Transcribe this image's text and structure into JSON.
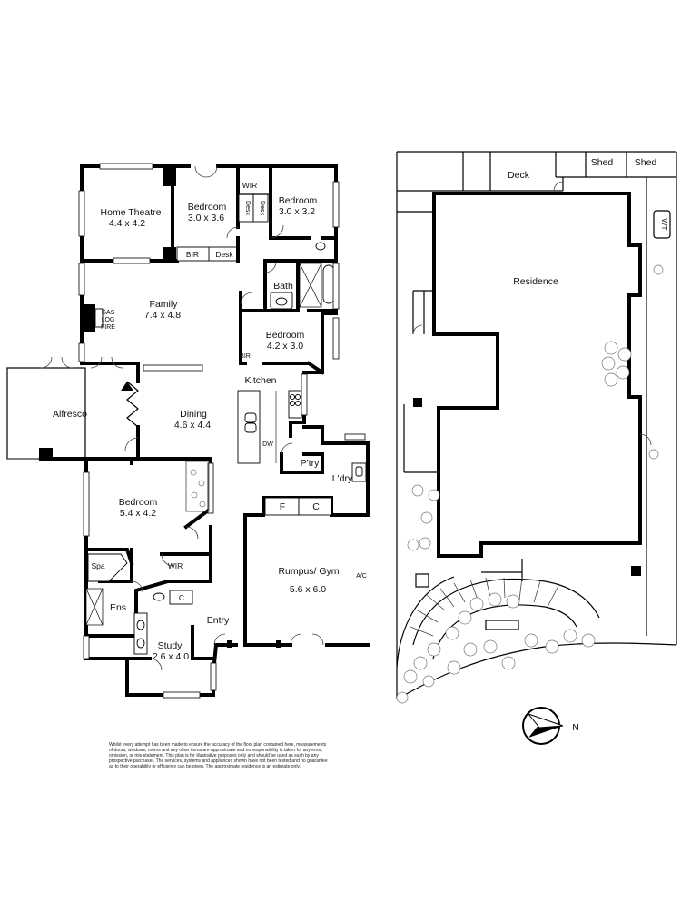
{
  "floor_plan": {
    "rooms": [
      {
        "key": "home_theatre",
        "name": "Home Theatre",
        "dims": "4.4 x 4.2"
      },
      {
        "key": "bedroom1",
        "name": "Bedroom",
        "dims": "3.0 x 3.6"
      },
      {
        "key": "bedroom2",
        "name": "Bedroom",
        "dims": "3.0 x 3.2"
      },
      {
        "key": "family",
        "name": "Family",
        "dims": "7.4 x 4.8"
      },
      {
        "key": "bedroom3",
        "name": "Bedroom",
        "dims": "4.2 x 3.0"
      },
      {
        "key": "dining",
        "name": "Dining",
        "dims": "4.6 x 4.4"
      },
      {
        "key": "bedroom4",
        "name": "Bedroom",
        "dims": "5.4 x 4.2"
      },
      {
        "key": "rumpus",
        "name": "Rumpus/ Gym",
        "dims": "5.6 x 6.0"
      },
      {
        "key": "study",
        "name": "Study",
        "dims": "2.6 x 4.0"
      }
    ],
    "labels": {
      "wir": "WIR",
      "desk": "Desk",
      "bir": "BIR",
      "gas_log_fire": [
        "GAS",
        "LOG",
        "FIRE"
      ],
      "bath": "Bath",
      "kitchen": "Kitchen",
      "alfresco": "Alfresco",
      "dw": "DW",
      "pantry": "P'try",
      "laundry": "L'dry",
      "fridge": "F",
      "cupboard": "C",
      "aircon": "A/C",
      "spa": "Spa",
      "ensuite": "Ens",
      "entry": "Entry"
    }
  },
  "site_plan": {
    "deck": "Deck",
    "shed1": "Shed",
    "shed2": "Shed",
    "water_tank": "WT",
    "residence": "Residence",
    "north": "N"
  },
  "disclaimer": [
    "Whilst every attempt has been made to ensure the accuracy of the floor plan contained here, measurements",
    "of doors, windows, rooms and any other items are approximate and no responsibility is taken for any error,",
    "omission, or mis-statement. This plan is for illustrative purposes only and should be used as such by any",
    "prospective purchaser. The services, systems and appliances shown have not been tested and no guarantee",
    "as to their operability or efficiency can be given. The approximate residence is an estimate only."
  ],
  "colors": {
    "wall": "#000000",
    "background": "#ffffff",
    "planting": "#777777"
  }
}
